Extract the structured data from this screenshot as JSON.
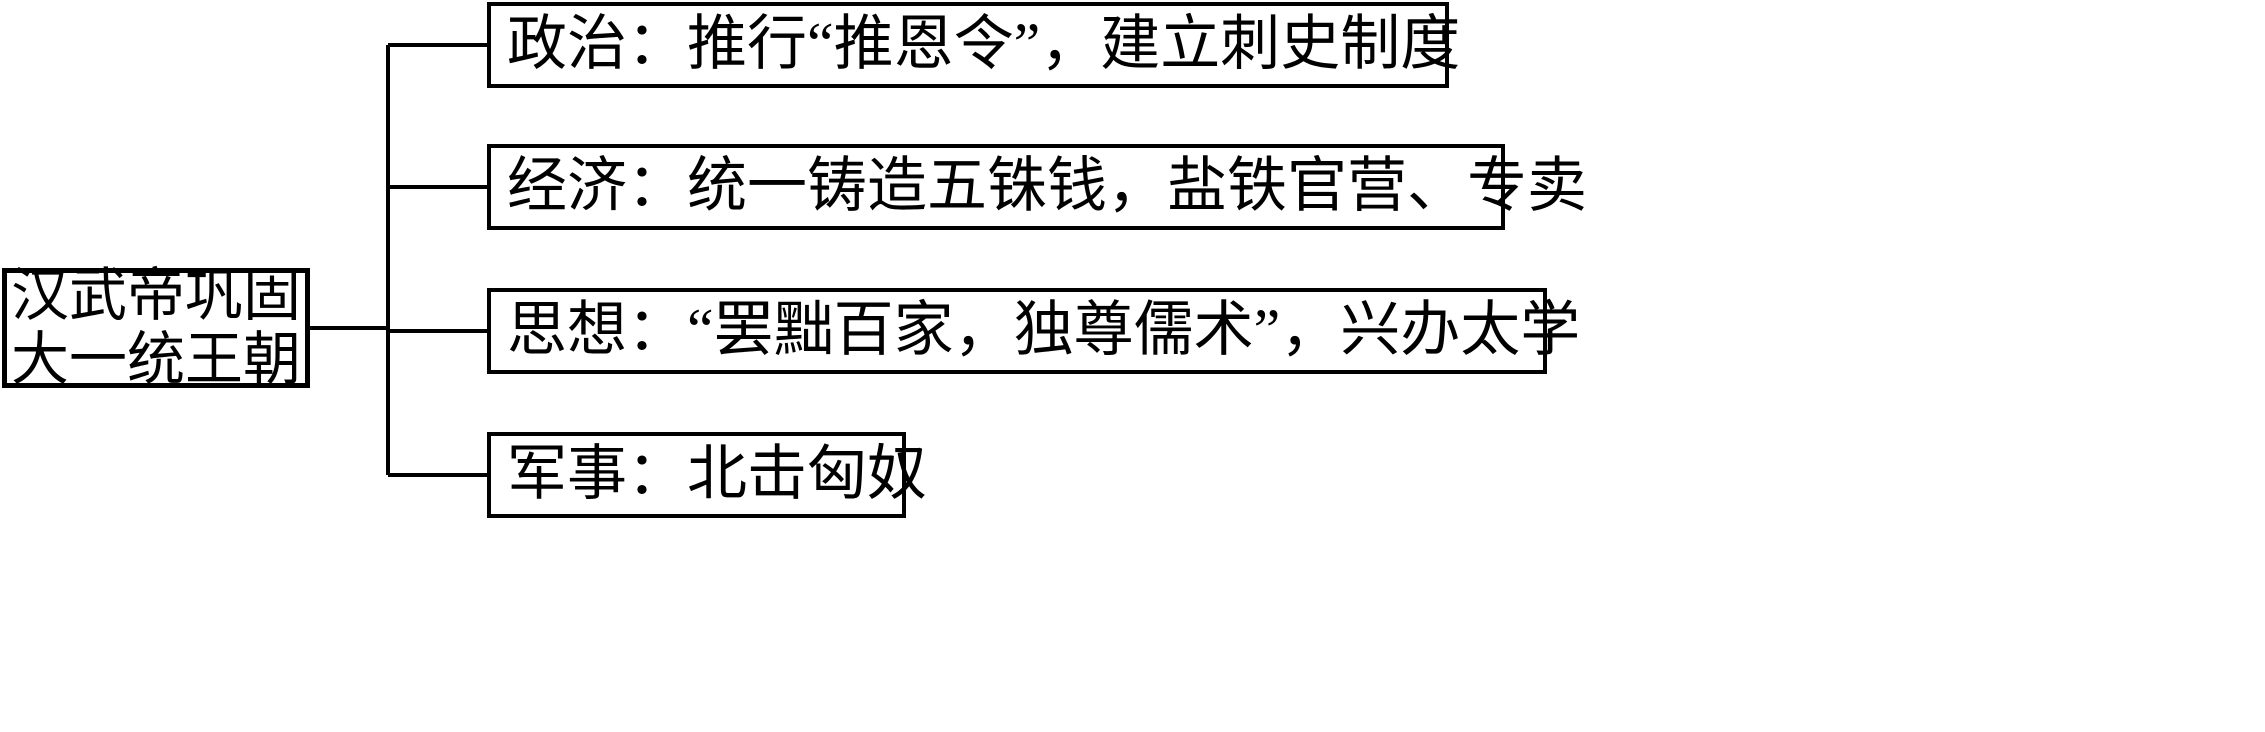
{
  "diagram": {
    "title": "汉武帝巩固大一统王朝措施结构图",
    "type": "tree",
    "orientation": "left-to-right",
    "line_color": "#000000",
    "box_border_color": "#000000",
    "background_color": "#ffffff",
    "text_color": "#000000",
    "root": {
      "line1": "汉武帝巩固",
      "line2": "大一统王朝",
      "full_text": "汉武帝巩固大一统王朝"
    },
    "branches": [
      {
        "category": "政治",
        "separator": "：",
        "detail": "推行“推恩令”，建立刺史制度",
        "text": "政治：推行“推恩令”，建立刺史制度"
      },
      {
        "category": "经济",
        "separator": "：",
        "detail": "统一铸造五铢钱，盐铁官营、专卖",
        "text": "经济：统一铸造五铢钱，盐铁官营、专卖"
      },
      {
        "category": "思想",
        "separator": "：",
        "detail": "“罢黜百家，独尊儒术”，兴办太学",
        "text": "思想：“罢黜百家，独尊儒术”，兴办太学"
      },
      {
        "category": "军事",
        "separator": "：",
        "detail": "北击匈奴",
        "text": "军事：北击匈奴"
      }
    ]
  }
}
